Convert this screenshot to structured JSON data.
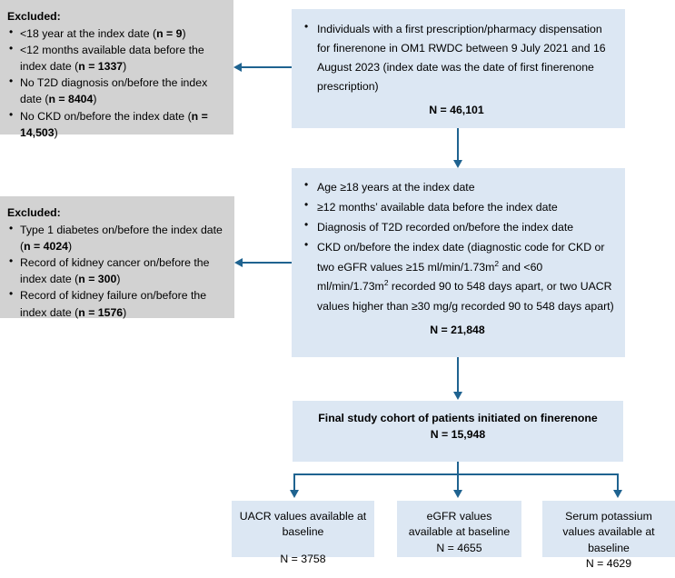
{
  "colors": {
    "gray_box": "#d2d2d2",
    "blue_box": "#dce7f3",
    "connector": "#1f6390",
    "text": "#000000",
    "background": "#ffffff"
  },
  "excluded_1": {
    "heading": "Excluded:",
    "items": [
      {
        "text": "<18 year at the index date (",
        "n_label": "n = 9",
        "tail": ")"
      },
      {
        "text": "<12 months available data before the index date (",
        "n_label": "n = 1337",
        "tail": ")"
      },
      {
        "text": "No T2D diagnosis on/before the index date (",
        "n_label": "n = 8404",
        "tail": ")"
      },
      {
        "text": "No CKD on/before the index date (",
        "n_label": "n = 14,503",
        "tail": ")"
      }
    ]
  },
  "excluded_2": {
    "heading": "Excluded:",
    "items": [
      {
        "text": "Type 1 diabetes on/before the index date (",
        "n_label": "n = 4024",
        "tail": ")"
      },
      {
        "text": "Record of kidney cancer on/before the index date (",
        "n_label": "n = 300",
        "tail": ")"
      },
      {
        "text": "Record of kidney failure on/before the index date (",
        "n_label": "n = 1576",
        "tail": ")"
      }
    ]
  },
  "source_population": {
    "items": [
      "Individuals with a first prescription/pharmacy dispensation for finerenone in OM1 RWDC between 9 July 2021 and 16 August 2023 (index date was the date of first finerenone prescription)"
    ],
    "n_label": "N = 46,101"
  },
  "eligible_population": {
    "items": [
      "Age ≥18 years at the index date",
      "≥12 months’ available data before the index date",
      "Diagnosis of T2D recorded on/before the index date",
      "CKD on/before the index date (diagnostic code for CKD or two eGFR values ≥15 ml/min/1.73m2 and <60 ml/min/1.73m2 recorded 90 to 548 days apart, or two UACR values higher than ≥30 mg/g recorded 90 to 548 days apart)"
    ],
    "ckd_part_1": "CKD on/before the index date (diagnostic code for CKD or two eGFR values ≥15 ml/min/1.73m",
    "ckd_sup_1": "2",
    "ckd_part_2": " and <60 ml/min/1.73m",
    "ckd_sup_2": "2",
    "ckd_part_3": " recorded 90 to 548 days apart, or two UACR values higher than ≥30 mg/g recorded 90 to 548 days apart)",
    "n_label": "N = 21,848"
  },
  "final_cohort": {
    "title": "Final study cohort of patients initiated on finerenone",
    "n_label": "N = 15,948"
  },
  "outcomes": [
    {
      "label": "UACR values available at baseline",
      "n_label": "N = 3758"
    },
    {
      "label": "eGFR values available at baseline",
      "n_label": "N = 4655"
    },
    {
      "label": "Serum potassium values available at baseline",
      "n_label": "N = 4629"
    }
  ]
}
